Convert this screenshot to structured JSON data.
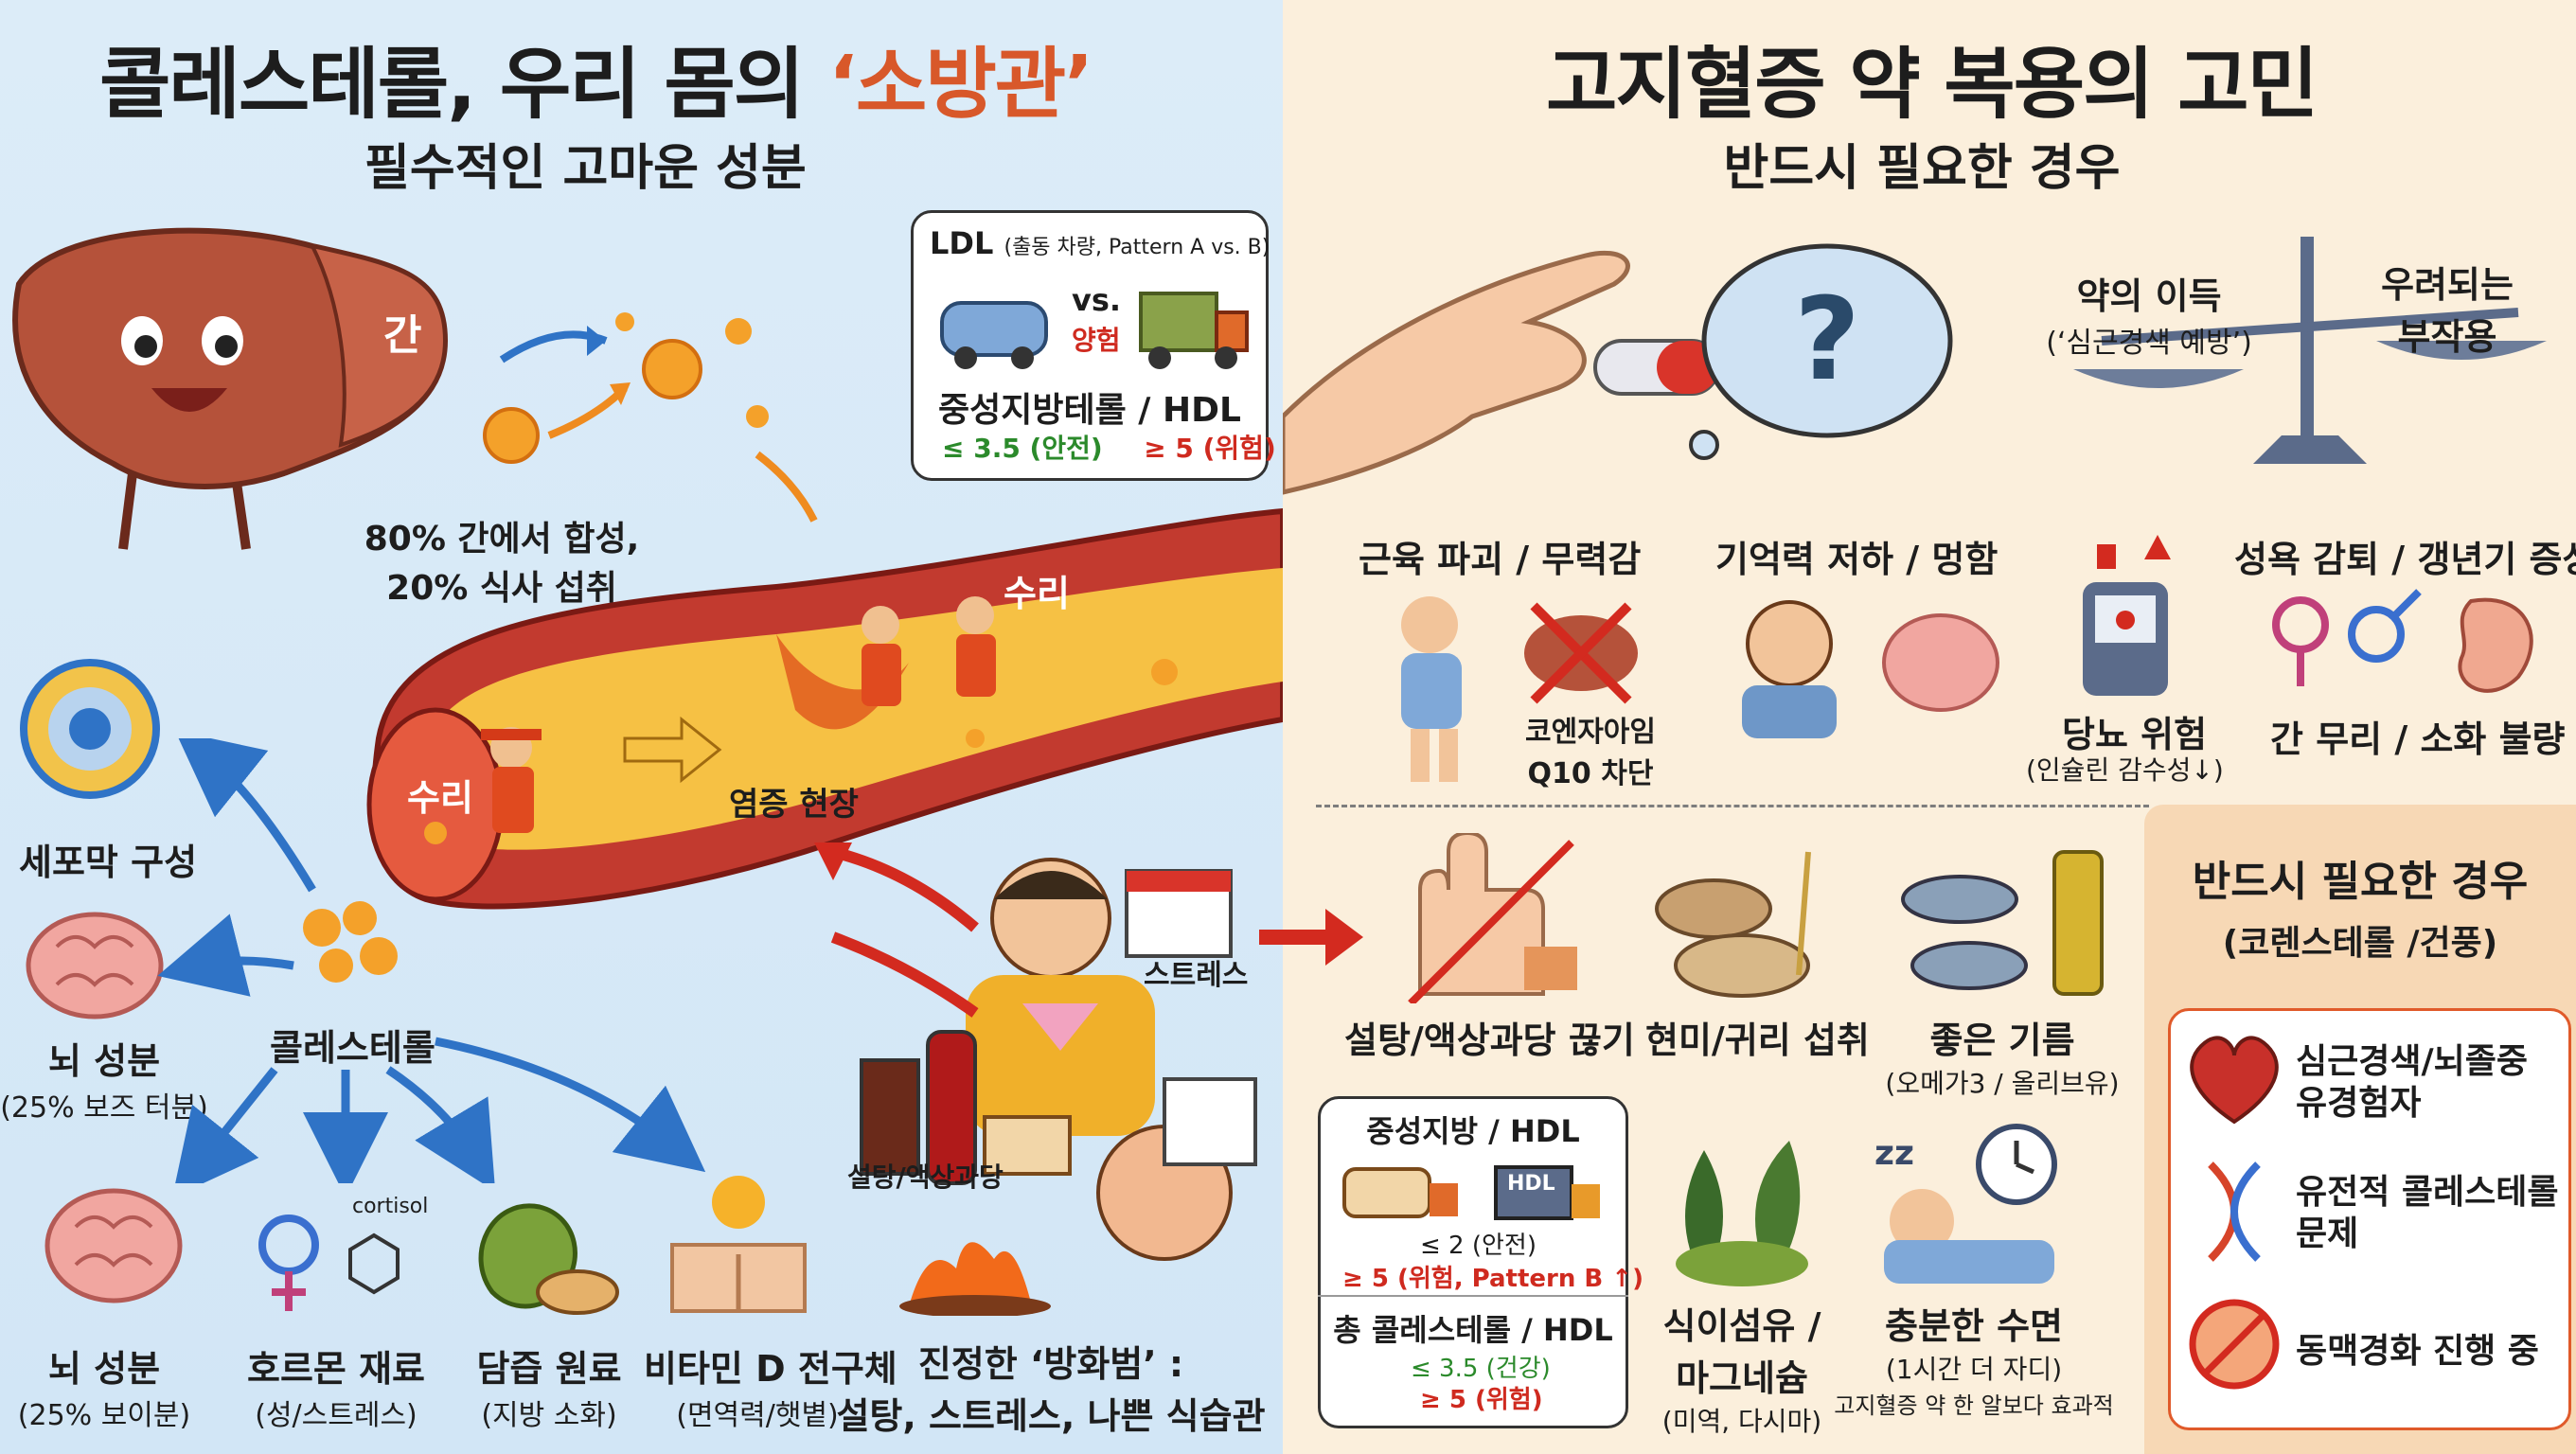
{
  "left": {
    "title_main": "콜레스테롤, 우리 몸의 ",
    "title_highlight": "‘소방관’",
    "subtitle": "필수적인 고마운 성분",
    "liver_label": "간",
    "synthesis_line1": "80% 간에서 합성,",
    "synthesis_line2": "20% 식사 섭취",
    "ldl_box": {
      "title": "LDL",
      "title_note": "(출동 차량, Pattern A vs. B)",
      "vs": "vs.",
      "danger": "양험",
      "tg_hdl": "중성지방테롤 / HDL",
      "safe": "≤ 3.5 (안전)",
      "risk": "≥ 5 (위험)"
    },
    "vessel": {
      "repair1": "수리",
      "repair2": "수리",
      "inflammation": "염증 현장"
    },
    "uses": {
      "cell_membrane": "세포막 구성",
      "cholesterol": "콜레스테롤",
      "brain1_title": "뇌 성분",
      "brain1_note": "(25% 보즈 터분)",
      "brain2_title": "뇌 성분",
      "brain2_note": "(25% 보이분)",
      "hormone_title": "호르몬 재료",
      "hormone_note": "(성/스트레스)",
      "cortisol": "cortisol",
      "bile_title": "담즙 원료",
      "bile_note": "(지방 소화)",
      "vitd_title": "비타민 D 전구체",
      "vitd_note": "(면역력/햇볕)"
    },
    "causes": {
      "stress": "스트레스",
      "sugar": "설탕/액상과당",
      "conclusion_line1": "진정한 ‘방화범’ :",
      "conclusion_line2": "설탕, 스트레스, 나쁜 식습관"
    }
  },
  "right": {
    "title": "고지혈증 약 복용의 고민",
    "subtitle": "반드시 필요한 경우",
    "scale_left_title": "약의 이득",
    "scale_left_note": "(‘심근경색 예방’)",
    "scale_right_line1": "우려되는",
    "scale_right_line2": "부작용",
    "side_effects": {
      "muscle": "근육 파괴 / 무력감",
      "coq10_line1": "코엔자아임",
      "coq10_line2": "Q10 차단",
      "memory": "기억력 저하 / 멍함",
      "diabetes": "당뇨 위험",
      "diabetes_note": "(인슐린 감수성↓)",
      "libido": "성욕 감퇴 / 갱년기 증상",
      "liver": "간 무리 / 소화 불량"
    },
    "lifestyle": {
      "sugar_cut": "설탕/액상과당 끊기",
      "grain": "현미/귀리 섭취",
      "fat_title": "좋은 기름",
      "fat_note": "(오메가3 / 올리브유)",
      "fiber_line1": "식이섬유 /",
      "fiber_line2": "마그네슘",
      "fiber_note": "(미역, 다시마)",
      "sleep_title": "충분한 수면",
      "sleep_note1": "(1시간 더 자디)",
      "sleep_note2": "고지혈증 약 한 알보다 효과적"
    },
    "tg_box": {
      "title": "중성지방 / HDL",
      "truck_label": "HDL",
      "safe": "≤ 2 (안전)",
      "risk": "≥ 5 (위험, Pattern B ↑)",
      "total_title": "총 콜레스테롤 / HDL",
      "total_safe": "≤ 3.5 (건강)",
      "total_risk": "≥ 5 (위험)"
    },
    "necessary": {
      "title": "반드시 필요한 경우",
      "note": "(코렌스테롤 /건풍)",
      "item1_line1": "심근경색/뇌졸중",
      "item1_line2": "유경험자",
      "item2_line1": "유전적 콜레스테롤",
      "item2_line2": "문제",
      "item3": "동맥경화 진행 중"
    }
  },
  "colors": {
    "accent_orange": "#d8582a",
    "danger_red": "#cf2a1f",
    "safe_green": "#2b8a2b",
    "left_bg": "#d6e8f7",
    "right_bg": "#fbefdc"
  }
}
